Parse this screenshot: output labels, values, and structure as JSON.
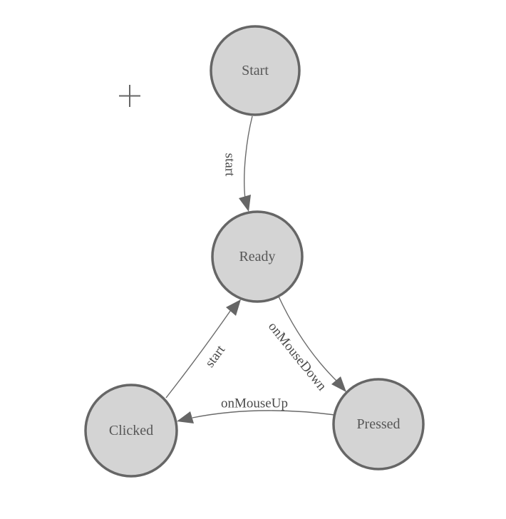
{
  "diagram": {
    "title": "mouse-state-machine",
    "colors": {
      "canvas_bg": "#ffffff",
      "node_fill": "#d4d4d4",
      "node_stroke": "#666666",
      "edge_stroke": "#6a6a6a",
      "arrow_fill": "#666666",
      "node_text": "#575757",
      "edge_text": "#4a4a4a",
      "crosshair_color": "#666666"
    },
    "nodes": [
      {
        "id": "start",
        "label": "Start"
      },
      {
        "id": "ready",
        "label": "Ready"
      },
      {
        "id": "clicked",
        "label": "Clicked"
      },
      {
        "id": "pressed",
        "label": "Pressed"
      }
    ],
    "edges": [
      {
        "from": "start",
        "to": "ready",
        "label": "start"
      },
      {
        "from": "ready",
        "to": "pressed",
        "label": "onMouseDown"
      },
      {
        "from": "pressed",
        "to": "clicked",
        "label": "onMouseUp"
      },
      {
        "from": "clicked",
        "to": "ready",
        "label": "start"
      }
    ],
    "crosshair_glyph": "plus-crosshair"
  }
}
